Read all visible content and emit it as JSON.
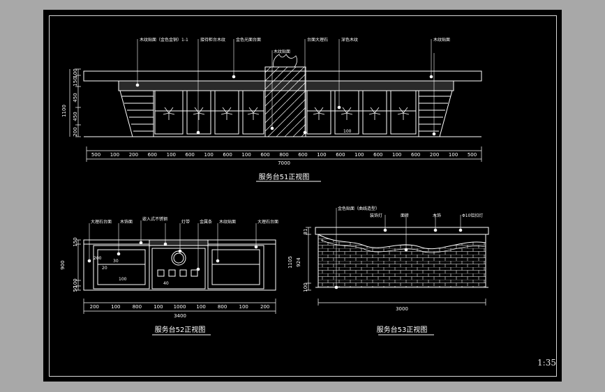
{
  "drawing": {
    "scale": "1:35",
    "colors": {
      "background": "#000000",
      "frame": "#a8a8a8",
      "line": "#ffffff"
    }
  },
  "view1": {
    "title": "服务台51正视图",
    "callouts": [
      "木纹贴面（金色金铜）1-1",
      "接待柜台木纹",
      "金色光面台面",
      "木纹贴面",
      "台面大理石",
      "深色木纹",
      "木纹贴面"
    ],
    "dims_vertical": [
      "1100",
      "100",
      "150",
      "450",
      "450",
      "200"
    ],
    "dims_bottom": [
      "500",
      "100",
      "200",
      "600",
      "100",
      "600",
      "100",
      "600",
      "100",
      "600",
      "800",
      "600",
      "100",
      "600",
      "100",
      "600",
      "100",
      "600",
      "200",
      "100",
      "500"
    ],
    "total": "7000",
    "note": "100"
  },
  "view2": {
    "title": "服务台52正视图",
    "callouts": [
      "大理石台面",
      "木饰面",
      "嵌入式不锈钢",
      "灯带",
      "金属条",
      "木纹贴面",
      "大理石台面"
    ],
    "dims_vertical": [
      "900",
      "150",
      "100",
      "50"
    ],
    "dims_bottom": [
      "200",
      "100",
      "800",
      "100",
      "1000",
      "100",
      "800",
      "100",
      "200"
    ],
    "total": "3400",
    "marks": [
      "200",
      "20",
      "30",
      "100",
      "40"
    ]
  },
  "view3": {
    "title": "服务台53正视图",
    "callouts": [
      "金色贴面（曲线造型）",
      "装饰灯",
      "面砖",
      "木饰",
      "Φ10铝扣灯"
    ],
    "dims_vertical": [
      "1105",
      "924",
      "81",
      "100"
    ],
    "total": "3000"
  }
}
